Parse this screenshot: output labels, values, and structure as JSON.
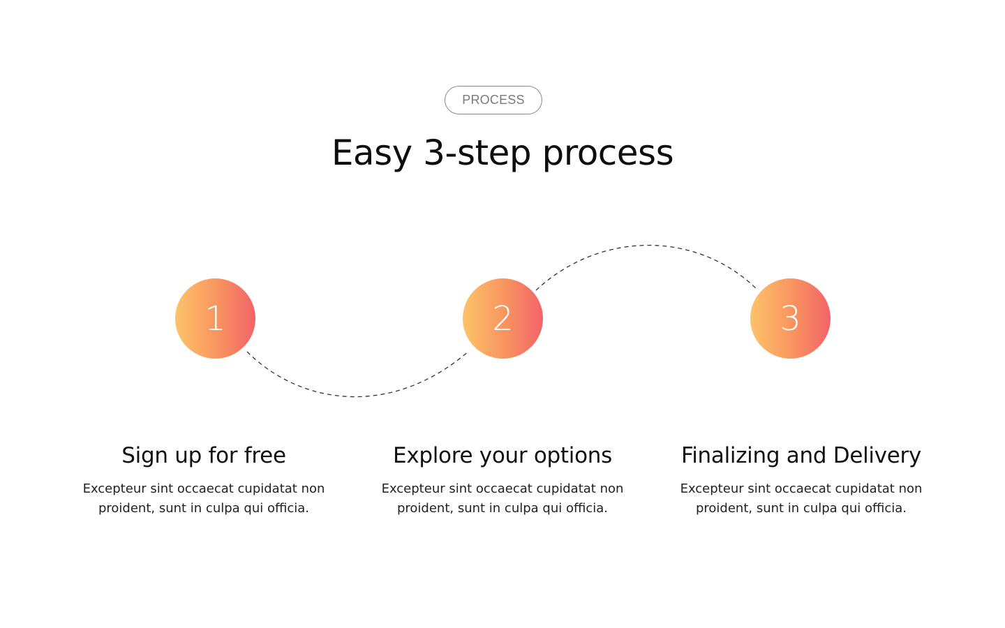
{
  "badge": {
    "label": "PROCESS"
  },
  "header": {
    "title": "Easy 3-step process"
  },
  "steps": [
    {
      "number": "1",
      "title": "Sign up for free",
      "description": "Excepteur sint occaecat cupidatat non proident, sunt in culpa qui officia."
    },
    {
      "number": "2",
      "title": "Explore your options",
      "description": "Excepteur sint occaecat cupidatat non proident, sunt in culpa qui officia."
    },
    {
      "number": "3",
      "title": "Finalizing and Delivery",
      "description": "Excepteur sint occaecat cupidatat non proident, sunt in culpa qui officia."
    }
  ],
  "colors": {
    "gradient_start": "#fdc46a",
    "gradient_end": "#f2636a",
    "connector": "#333333"
  }
}
